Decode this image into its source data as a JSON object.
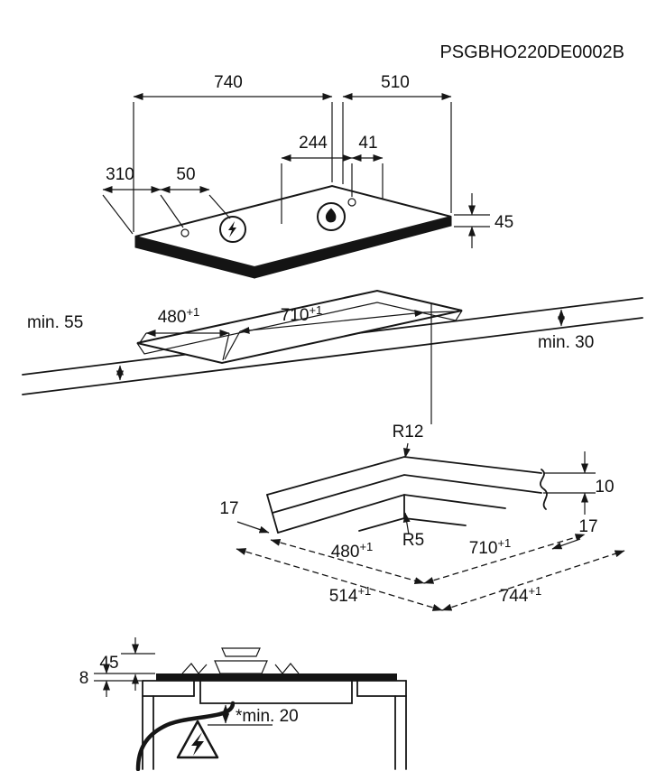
{
  "header": {
    "product_code": "PSGBHO220DE0002B"
  },
  "colors": {
    "line": "#161616",
    "background": "#ffffff"
  },
  "icons": {
    "electric_zone": "lightning-icon",
    "gas_burner": "flame-icon",
    "hazard": "hazard-electric-triangle-icon"
  },
  "top_view": {
    "width": "740",
    "depth": "510",
    "burner_offset": "244",
    "igniter_offset": "41",
    "left_offset": "310",
    "knob_offset": "50",
    "height": "45"
  },
  "worktop_view": {
    "cutout_width": {
      "v": "480",
      "sup": "+1"
    },
    "cutout_length": {
      "v": "710",
      "sup": "+1"
    },
    "min_front": "min. 55",
    "min_back": "min. 30"
  },
  "corner_detail": {
    "radius_top": "R12",
    "radius_inner": "R5",
    "step_depth": "10",
    "ledge_left": "17",
    "ledge_right": "17",
    "cutout_width": {
      "v": "480",
      "sup": "+1"
    },
    "cutout_length": {
      "v": "710",
      "sup": "+1"
    },
    "recess_width": {
      "v": "514",
      "sup": "+1"
    },
    "recess_length": {
      "v": "744",
      "sup": "+1"
    }
  },
  "section_view": {
    "hob_height": "45",
    "above_worktop": "8",
    "min_clearance": "*min. 20"
  }
}
